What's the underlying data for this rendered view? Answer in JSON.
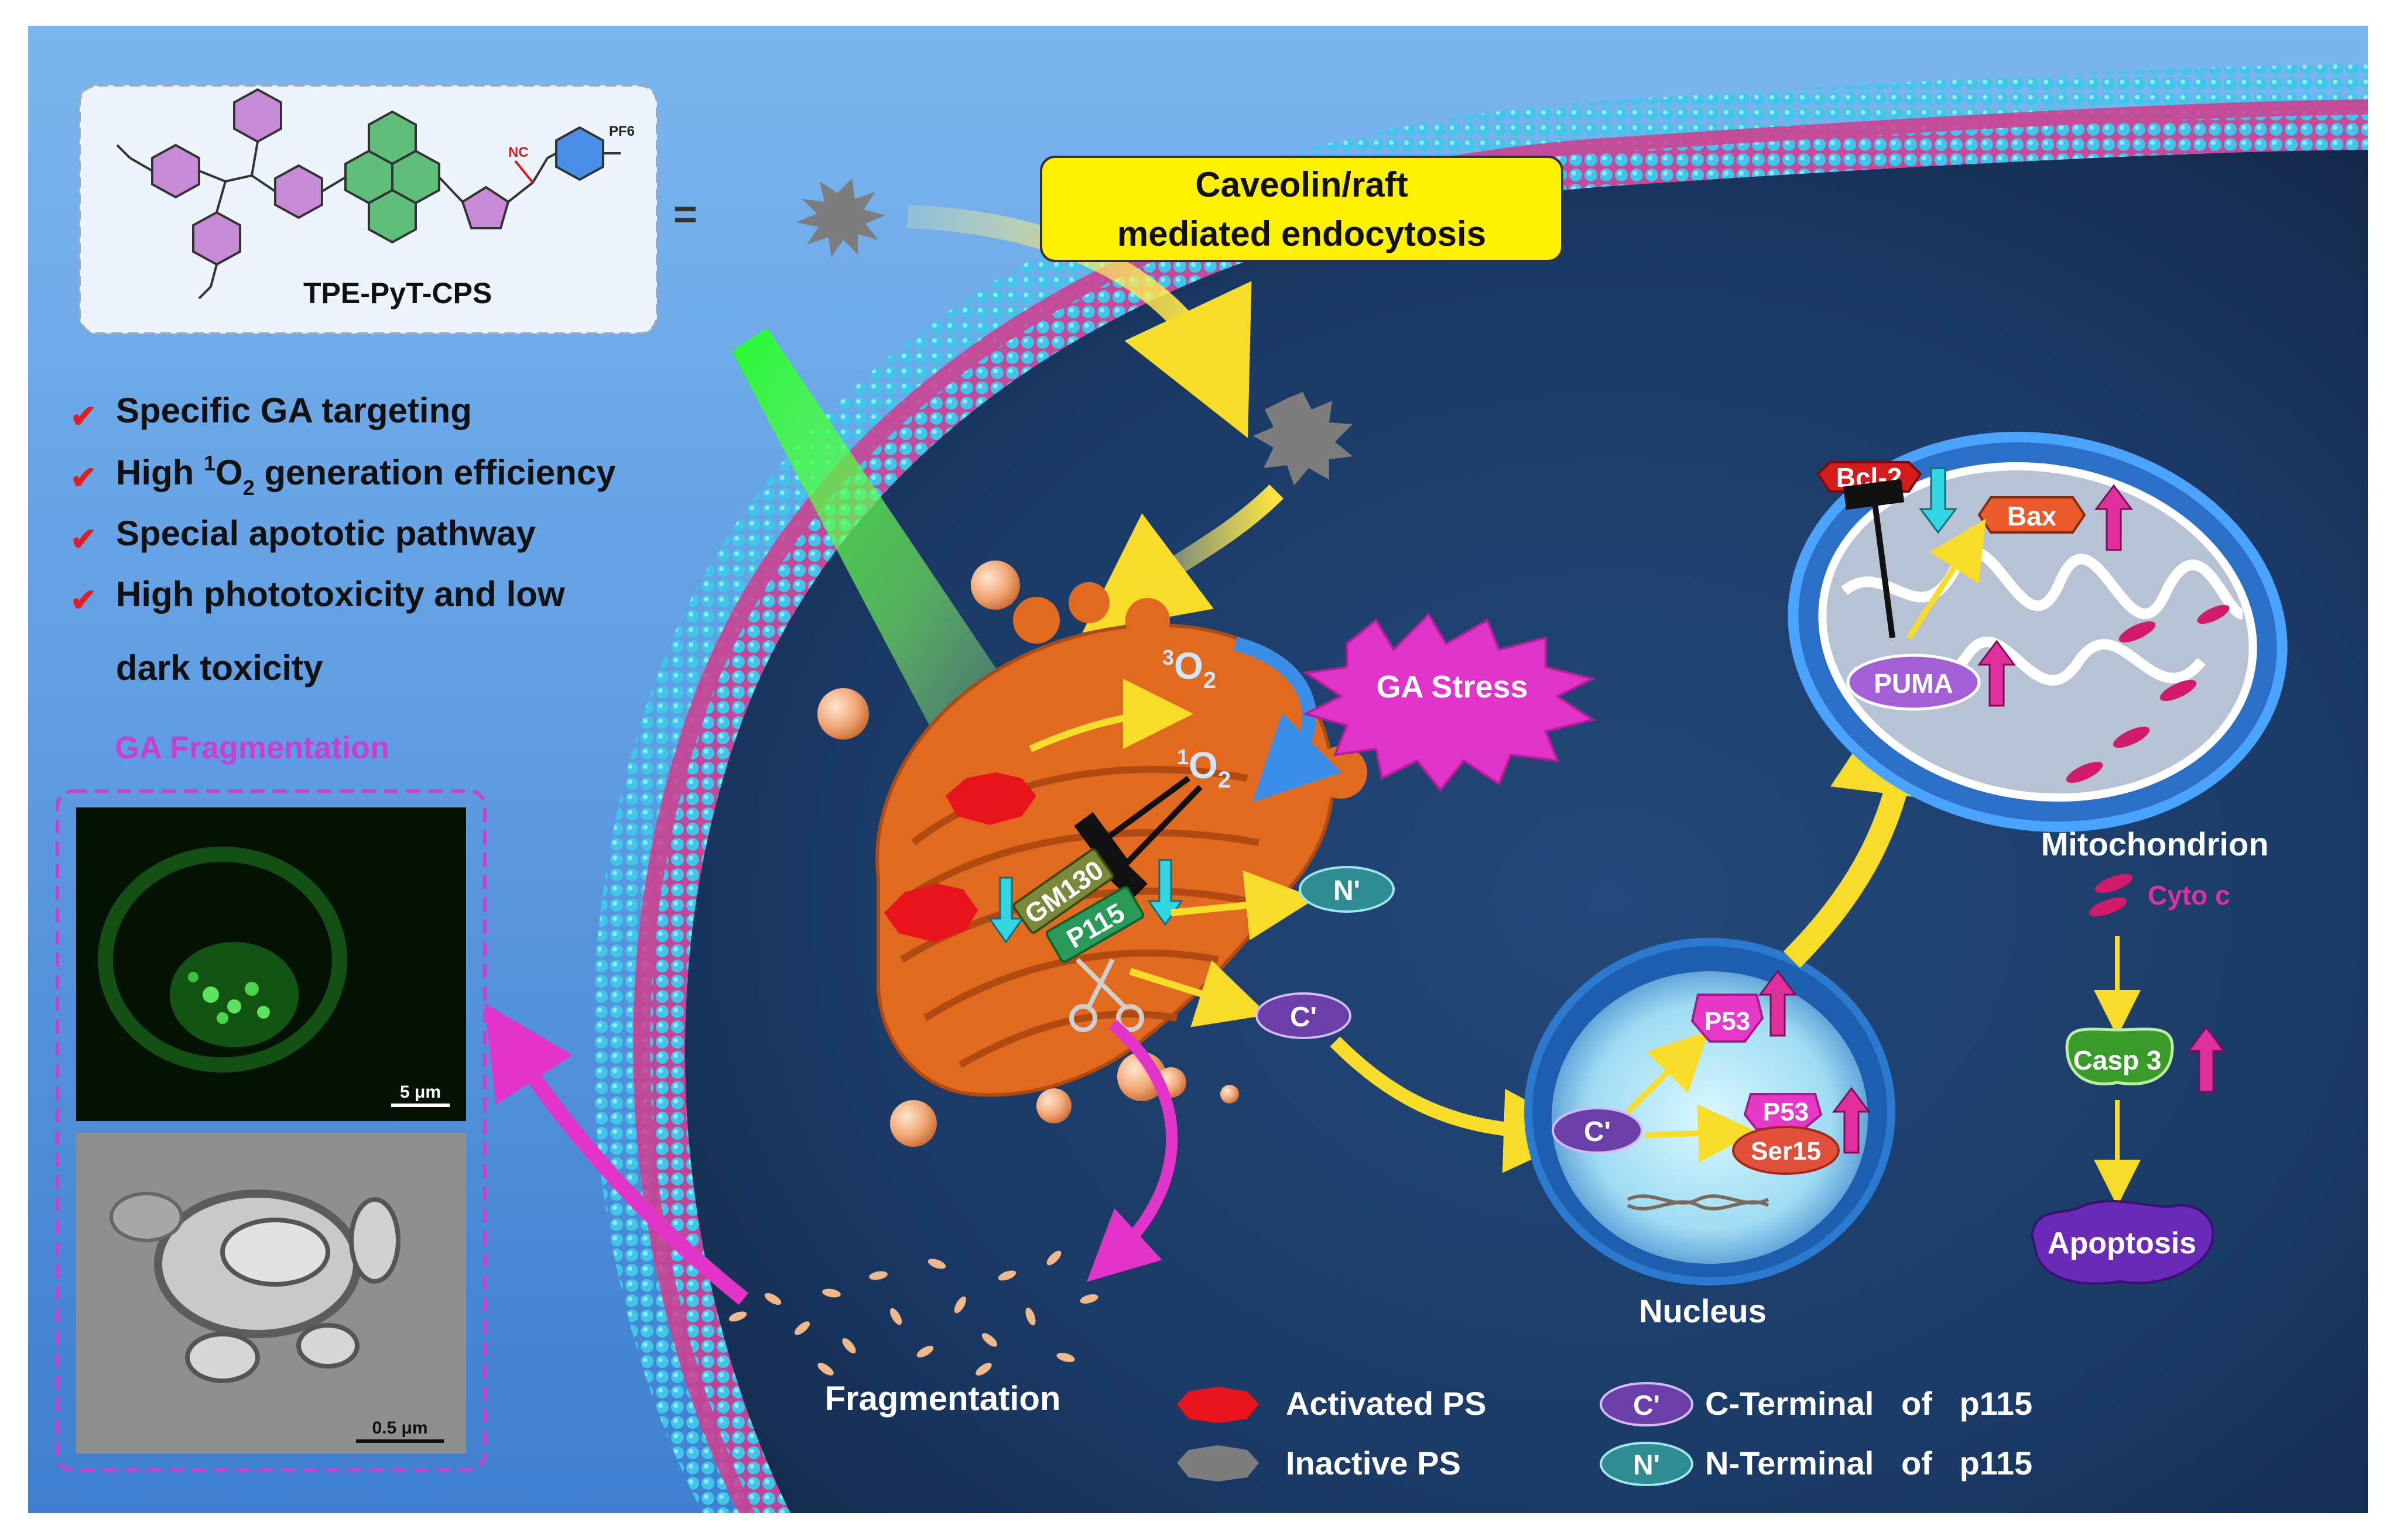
{
  "molecule": {
    "name": "TPE-PyT-CPS",
    "groups": {
      "nitrile": "NC",
      "counterion": "PF6",
      "equals": "="
    }
  },
  "endocytosis_box": {
    "line1": "Caveolin/raft",
    "line2": "mediated endocytosis"
  },
  "features": [
    {
      "text": "Specific GA targeting"
    },
    {
      "pre": "High ",
      "sup": "1",
      "mid": "O",
      "sub": "2",
      "post": " generation efficiency"
    },
    {
      "text": "Special apototic pathway"
    },
    {
      "text": "High phototoxicity and low"
    },
    {
      "text": "dark toxicity"
    }
  ],
  "ga_fragmentation": {
    "title": "GA Fragmentation",
    "scale_top": "5 μm",
    "scale_bottom": "0.5 μm"
  },
  "golgi": {
    "triplet_o2": {
      "sup": "3",
      "main": "O",
      "sub": "2"
    },
    "singlet_o2": {
      "sup": "1",
      "main": "O",
      "sub": "2"
    },
    "stress": "GA Stress",
    "gm130": "GM130",
    "p115": "P115",
    "n_terminal": "N'",
    "c_terminal": "C'"
  },
  "fragmentation_label": "Fragmentation",
  "nucleus": {
    "label": "Nucleus",
    "p53": "P53",
    "p53_phospho": "P53",
    "ser15": "Ser15",
    "c_terminal": "C'"
  },
  "mitochondrion": {
    "label": "Mitochondrion",
    "bcl2": "Bcl-2",
    "bax": "Bax",
    "puma": "PUMA"
  },
  "cascade": {
    "cyto_c": "Cyto c",
    "casp3": "Casp 3",
    "apoptosis": "Apoptosis"
  },
  "legend": [
    {
      "symbol": "",
      "label": "Activated PS"
    },
    {
      "symbol": "",
      "label": "Inactive PS"
    },
    {
      "symbol": "C'",
      "label": "C-Terminal   of   p115"
    },
    {
      "symbol": "N'",
      "label": "N-Terminal   of   p115"
    }
  ],
  "colors": {
    "background_blue": "#5f9ee3",
    "cytoplasm": "#1d3d66",
    "membrane_bead": "#3cc7e8",
    "golgi": "#e06a1f",
    "up_arrow": "#e0309e",
    "down_arrow": "#34d6e3",
    "stress": "#e033c8",
    "activated_ps": "#e8141c",
    "inactive_ps": "#7d7d7d",
    "endocytosis_box": "#fff200",
    "fragmentation_title": "#c83fd2",
    "check": "#e02020"
  }
}
